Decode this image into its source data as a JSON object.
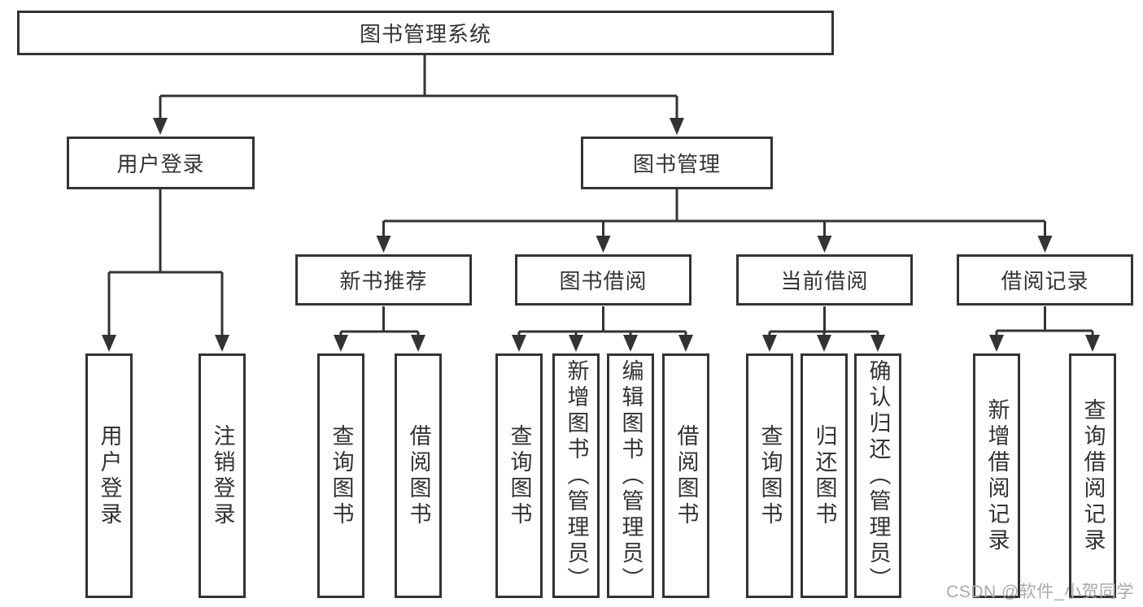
{
  "tree": {
    "root": "图书管理系统",
    "level2": [
      {
        "label": "用户登录",
        "leaves": [
          "用户登录",
          "注销登录"
        ]
      },
      {
        "label": "图书管理",
        "level3": [
          {
            "label": "新书推荐",
            "leaves": [
              "查询图书",
              "借阅图书"
            ]
          },
          {
            "label": "图书借阅",
            "leaves": [
              "查询图书",
              "新增图书（管理员）",
              "编辑图书（管理员）",
              "借阅图书"
            ]
          },
          {
            "label": "当前借阅",
            "leaves": [
              "查询图书",
              "归还图书",
              "确认归还（管理员）"
            ]
          },
          {
            "label": "借阅记录",
            "leaves": [
              "新增借阅记录",
              "查询借阅记录"
            ]
          }
        ]
      }
    ]
  },
  "watermark": {
    "text": "CSDN @软件_小贺同学"
  },
  "colors": {
    "line": "#333333",
    "text": "#333333",
    "watermark": "#a9a9a9",
    "background": "#ffffff"
  }
}
